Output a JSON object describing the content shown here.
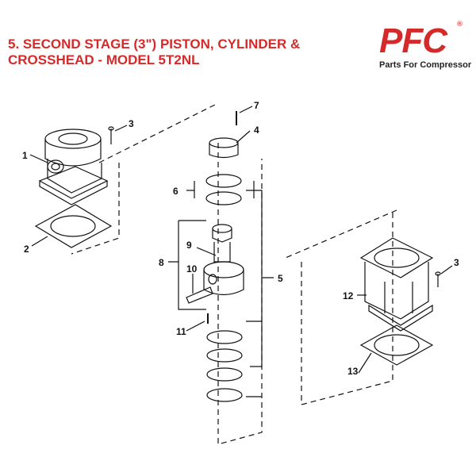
{
  "header": {
    "title_line1": "5. SECOND STAGE (3\") PISTON, CYLINDER &",
    "title_line2": "CROSSHEAD - MODEL 5T2NL"
  },
  "logo": {
    "letters": "PFC",
    "registered": "®",
    "tagline": "Parts For Compressor"
  },
  "callouts": {
    "c1": "1",
    "c2": "2",
    "c3a": "3",
    "c3b": "3",
    "c4": "4",
    "c5": "5",
    "c6": "6",
    "c7": "7",
    "c8": "8",
    "c9": "9",
    "c10": "10",
    "c11": "11",
    "c12": "12",
    "c13": "13"
  }
}
